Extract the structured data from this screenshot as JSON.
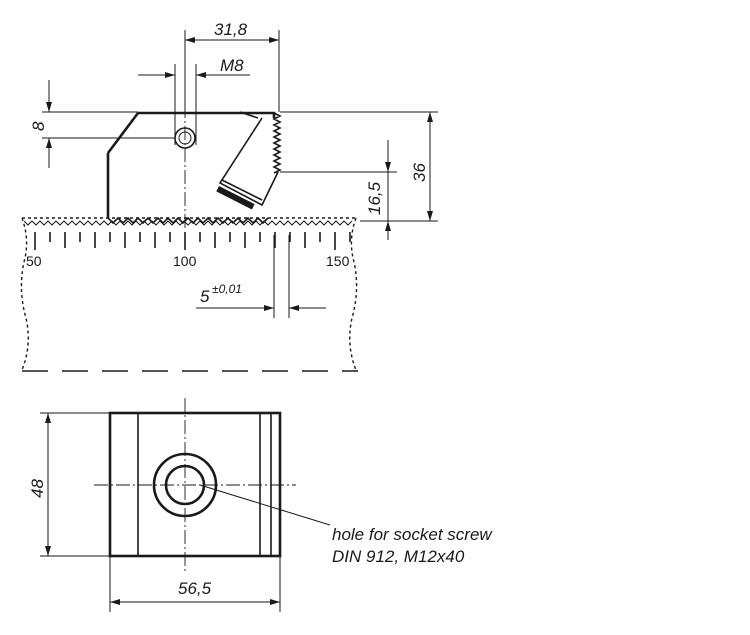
{
  "dimensions": {
    "offset_width": "31,8",
    "thread": "M8",
    "top_height": "8",
    "total_height": "36",
    "tooth_height": "16,5",
    "pitch_value": "5",
    "pitch_tolerance": "±0,01",
    "depth": "48",
    "width": "56,5"
  },
  "scale": {
    "labels": [
      "50",
      "100",
      "150"
    ]
  },
  "note": {
    "line1": "hole for socket screw",
    "line2": "DIN 912, M12x40"
  }
}
